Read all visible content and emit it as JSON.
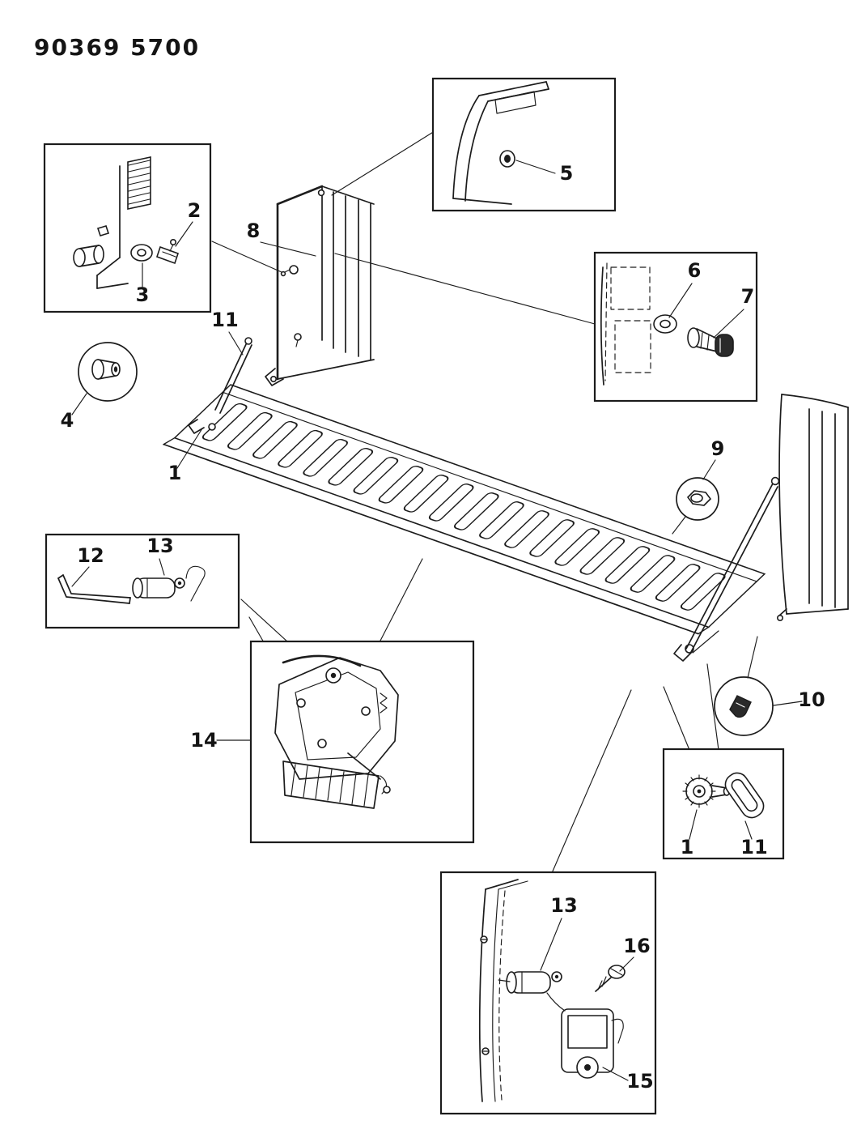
{
  "colors": {
    "paper": "#ffffff",
    "ink": "#1c1c1c"
  },
  "drawing": {
    "part_number": "90369 5700"
  },
  "callouts": [
    {
      "label": "2"
    },
    {
      "label": "3"
    },
    {
      "label": "5"
    },
    {
      "label": "8"
    },
    {
      "label": "6"
    },
    {
      "label": "7"
    },
    {
      "label": "11"
    },
    {
      "label": "4"
    },
    {
      "label": "1"
    },
    {
      "label": "9"
    },
    {
      "label": "12"
    },
    {
      "label": "13"
    },
    {
      "label": "14"
    },
    {
      "label": "10"
    },
    {
      "label": "1"
    },
    {
      "label": "11"
    },
    {
      "label": "13"
    },
    {
      "label": "16"
    },
    {
      "label": "15"
    }
  ]
}
